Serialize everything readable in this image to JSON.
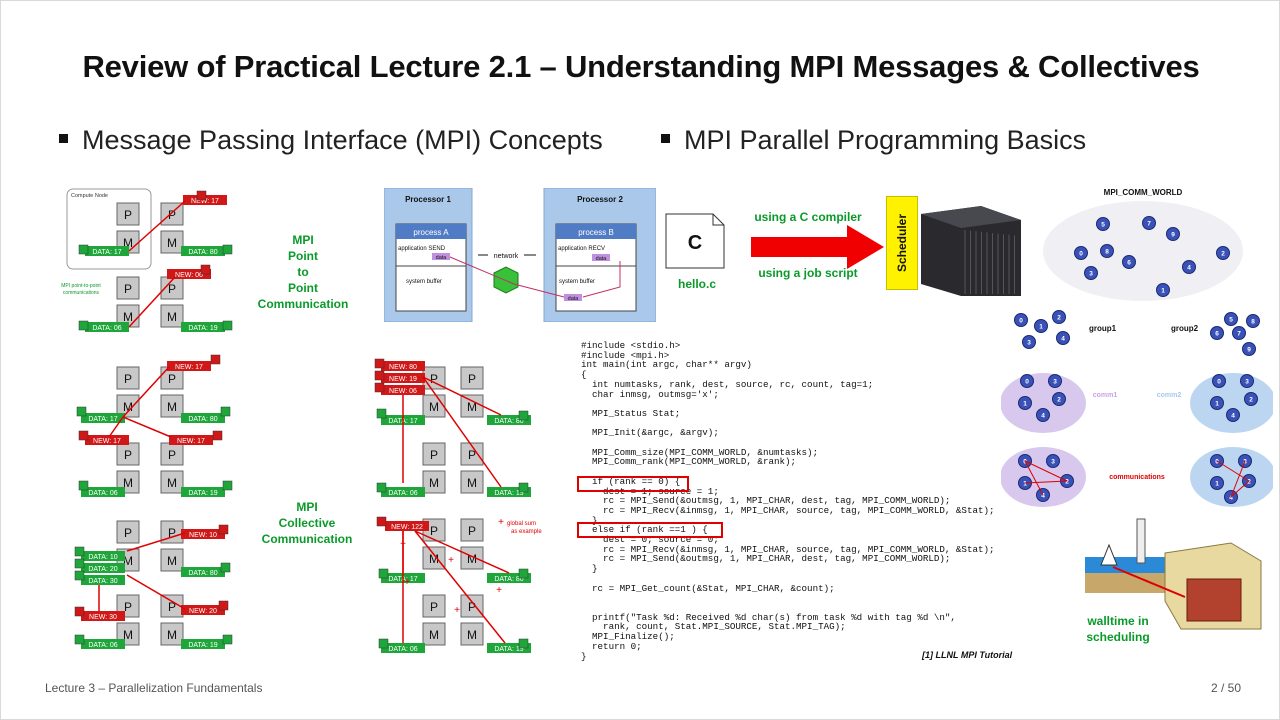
{
  "slide": {
    "title": "Review of Practical Lecture 2.1 – Understanding MPI Messages & Collectives",
    "bullets": [
      "Message Passing Interface (MPI) Concepts",
      "MPI Parallel Programming Basics"
    ],
    "footer_left": "Lecture 3 – Parallelization Fundamentals",
    "footer_right": "2 / 50"
  },
  "left_panel": {
    "compute_node": "Compute Node",
    "p2p_caption": "MPI point-to-point communications",
    "p2p_label": "MPI\nPoint\nto\nPoint\nCommunication",
    "collective_label": "MPI\nCollective\nCommunication",
    "global_sum": "global sum as example",
    "node_p": "P",
    "node_m": "M",
    "diagram1": {
      "new": "NEW: 17",
      "data": [
        "DATA: 17",
        "DATA: 80"
      ],
      "new2": "NEW: 06",
      "data2": [
        "DATA: 06",
        "DATA: 19"
      ]
    },
    "diagram2": {
      "new": [
        "NEW: 17",
        "NEW: 17",
        "NEW: 17"
      ],
      "data": [
        "DATA: 17",
        "DATA: 80",
        "DATA: 06",
        "DATA: 19"
      ]
    },
    "diagram3": {
      "new": [
        "NEW: 80",
        "NEW: 19",
        "NEW: 06"
      ],
      "data": [
        "DATA: 17",
        "DATA: 80",
        "DATA: 06",
        "DATA: 19"
      ]
    },
    "diagram4": {
      "new": [
        "NEW: 10",
        "NEW: 30",
        "NEW: 20"
      ],
      "stack": [
        "DATA: 10",
        "DATA: 20",
        "DATA: 30"
      ],
      "data": [
        "DATA: 80",
        "DATA: 06",
        "DATA: 19"
      ]
    },
    "diagram5": {
      "new": "NEW: 122",
      "data": [
        "DATA: 17",
        "DATA: 80",
        "DATA: 06",
        "DATA: 19"
      ]
    }
  },
  "processor_diagram": {
    "p1": "Processor 1",
    "p2": "Processor 2",
    "procA": "process A",
    "procB": "process B",
    "send": "application SEND",
    "recv": "application RECV",
    "data": "data",
    "buffer": "system buffer",
    "network": "network"
  },
  "compile": {
    "doc_letter": "C",
    "filename": "hello.c",
    "compiler": "using a C compiler",
    "jobscript": "using a job script",
    "scheduler": "Scheduler"
  },
  "code": {
    "lines": [
      "#include <stdio.h>",
      "#include <mpi.h>",
      "int main(int argc, char** argv)",
      "{",
      "  int numtasks, rank, dest, source, rc, count, tag=1;",
      "  char inmsg, outmsg='x';",
      "",
      "  MPI_Status Stat;",
      "",
      "  MPI_Init(&argc, &argv);",
      "",
      "  MPI_Comm_size(MPI_COMM_WORLD, &numtasks);",
      "  MPI_Comm_rank(MPI_COMM_WORLD, &rank);",
      "",
      "  if (rank == 0) {",
      "    dest = 1; source = 1;",
      "    rc = MPI_Send(&outmsg, 1, MPI_CHAR, dest, tag, MPI_COMM_WORLD);",
      "    rc = MPI_Recv(&inmsg, 1, MPI_CHAR, source, tag, MPI_COMM_WORLD, &Stat);",
      "  }",
      "  else if (rank ==1 ) {",
      "    dest = 0; source = 0;",
      "    rc = MPI_Recv(&inmsg, 1, MPI_CHAR, source, tag, MPI_COMM_WORLD, &Stat);",
      "    rc = MPI_Send(&outmsg, 1, MPI_CHAR, dest, tag, MPI_COMM_WORLD);",
      "  }",
      "",
      "  rc = MPI_Get_count(&Stat, MPI_CHAR, &count);",
      "",
      "",
      "  printf(\"Task %d: Received %d char(s) from task %d with tag %d \\n\",",
      "    rank, count, Stat.MPI_SOURCE, Stat.MPI_TAG);",
      "  MPI_Finalize();",
      "  return 0;",
      "}"
    ],
    "citation": "[1] LLNL MPI Tutorial"
  },
  "comm_world": {
    "label": "MPI_COMM_WORLD",
    "group1": "group1",
    "group2": "group2",
    "comm1": "comm1",
    "comm2": "comm2",
    "communications": "communications",
    "ranks_world": [
      "5",
      "7",
      "0",
      "9",
      "8",
      "6",
      "2",
      "3",
      "4",
      "1"
    ],
    "ranks_group1": [
      "0",
      "1",
      "2",
      "3",
      "4"
    ],
    "ranks_group2": [
      "6",
      "5",
      "8",
      "7",
      "9"
    ],
    "comm_ranks": [
      "0",
      "3",
      "1",
      "2",
      "4"
    ]
  },
  "walltime": {
    "label": "walltime in\nscheduling"
  },
  "colors": {
    "green": "#0a9a2a",
    "red": "#e00000",
    "node": "#c8c8c8",
    "purple": "#d9c8ee",
    "blue": "#bcd6f2",
    "accent": "#fff200"
  }
}
